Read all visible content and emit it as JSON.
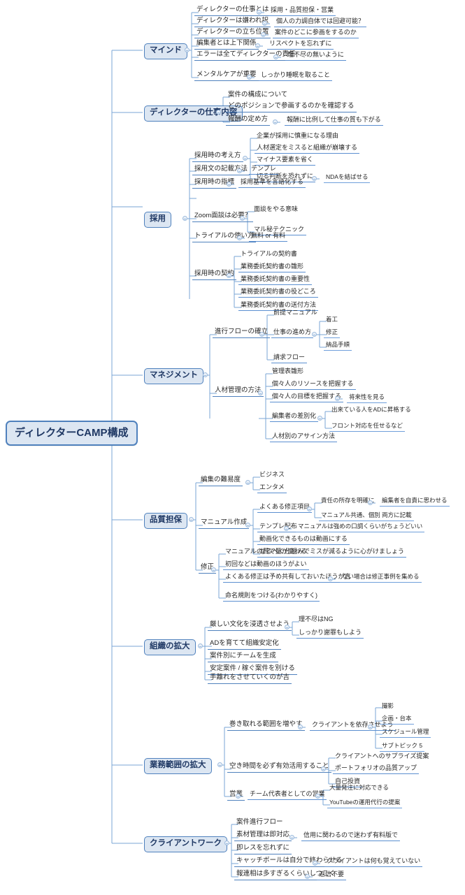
{
  "diagram": {
    "type": "mindmap",
    "title": "ディレクターCAMP構成",
    "accent_color": "#4f81bd",
    "node_fill": "#dce6f2",
    "root_text_color": "#1f3864"
  },
  "root": {
    "label": "ディレクターCAMP構成"
  },
  "branches": [
    {
      "label": "マインド",
      "children": [
        {
          "label": "ディレクターの仕事とは",
          "children": [
            {
              "label": "採用・品質担保・営業"
            }
          ]
        },
        {
          "label": "ディレクターは嫌われ訳",
          "children": [
            {
              "label": "個人の力調自体では回避可能？"
            }
          ]
        },
        {
          "label": "ディレクターの立ち位置",
          "children": [
            {
              "label": "案件のどこに参画をするのか"
            }
          ]
        },
        {
          "label": "編集者とは上下関係",
          "children": [
            {
              "label": "リスペクトを忘れずに"
            }
          ]
        },
        {
          "label": "エラーは全てディレクターの責任",
          "children": [
            {
              "label": "理不尽の無いように"
            }
          ]
        },
        {
          "label": "メンタルケアが重要",
          "children": [
            {
              "label": "しっかり睡眠を取ること"
            }
          ]
        }
      ]
    },
    {
      "label": "ディレクターの仕事内容",
      "children": [
        {
          "label": "案件の構成について"
        },
        {
          "label": "どのポジションで参画するのかを確認する"
        },
        {
          "label": "報酬の定め方",
          "children": [
            {
              "label": "報酬に比例して仕事の質も下がる"
            }
          ]
        }
      ]
    },
    {
      "label": "採用",
      "children": [
        {
          "label": "採用時の考え方",
          "children": [
            {
              "label": "企業が採用に慎重になる理由"
            },
            {
              "label": "人材選定をミスると組織が崩壊する"
            },
            {
              "label": "マイナス要素を省く"
            },
            {
              "label": "切る判断を恐れずに",
              "children": [
                {
                  "label": "NDAを結ばせる"
                }
              ]
            }
          ]
        },
        {
          "label": "採用文の記載方法",
          "children": [
            {
              "label": "テンプレ"
            }
          ]
        },
        {
          "label": "採用時の指標",
          "children": [
            {
              "label": "採用基準を言語化する"
            }
          ]
        },
        {
          "label": "Zoom面談は必要？",
          "children": [
            {
              "label": "面談をやる意味"
            },
            {
              "label": "マル秘テクニック"
            }
          ]
        },
        {
          "label": "トライアルの使い方",
          "children": [
            {
              "label": "無料 or 有料"
            }
          ]
        },
        {
          "label": "採用時の契約",
          "children": [
            {
              "label": "トライアルの契約書"
            },
            {
              "label": "業務委託契約書の雛形"
            },
            {
              "label": "業務委託契約書の重要性"
            },
            {
              "label": "業務委託契約書の役どころ"
            },
            {
              "label": "業務委託契約書の送付方法"
            }
          ]
        }
      ]
    },
    {
      "label": "マネジメント",
      "children": [
        {
          "label": "進行フローの確立",
          "children": [
            {
              "label": "前提マニュアル"
            },
            {
              "label": "仕事の進め方",
              "children": [
                {
                  "label": "着工"
                },
                {
                  "label": "修正"
                },
                {
                  "label": "納品手順"
                }
              ]
            },
            {
              "label": "請求フロー"
            }
          ]
        },
        {
          "label": "人材管理の方法",
          "children": [
            {
              "label": "管理表雛形"
            },
            {
              "label": "個々人のリソースを把握する"
            },
            {
              "label": "個々人の目標を把握する",
              "children": [
                {
                  "label": "将来性を見る"
                }
              ]
            },
            {
              "label": "編集者の差別化",
              "children": [
                {
                  "label": "出来ている人をADに昇格する"
                },
                {
                  "label": "フロント対応を任せるなど"
                }
              ]
            },
            {
              "label": "人材別のアサイン方法"
            }
          ]
        }
      ]
    },
    {
      "label": "品質担保",
      "children": [
        {
          "label": "編集の難易度",
          "children": [
            {
              "label": "ビジネス"
            },
            {
              "label": "エンタメ"
            }
          ]
        },
        {
          "label": "マニュアル作成",
          "children": [
            {
              "label": "よくある修正項目",
              "children": [
                {
                  "label": "責任の所存を明確に",
                  "children": [
                    {
                      "label": "編集者を自責に思わせる"
                    }
                  ]
                },
                {
                  "label": "マニュアル共通、個別 両方に記載"
                }
              ]
            },
            {
              "label": "テンプレ配布",
              "children": [
                {
                  "label": "マニュアルは強めの口調くらいがちょうどいい"
                }
              ]
            },
            {
              "label": "動画化できるものは動画にする"
            },
            {
              "label": "なるべく仕組みでミスが減るように心がけましょう"
            }
          ]
        },
        {
          "label": "修正",
          "children": [
            {
              "label": "マニュアルの質で量が変わる"
            },
            {
              "label": "初回などは動画のほうがよい"
            },
            {
              "label": "よくある修正は予め共有しておいたほうが吉",
              "children": [
                {
                  "label": "ない場合は修正事例を集める"
                }
              ]
            },
            {
              "label": "命名規則をつける(わかりやすく)"
            }
          ]
        }
      ]
    },
    {
      "label": "組織の拡大",
      "children": [
        {
          "label": "厳しい文化を浸透させよう",
          "children": [
            {
              "label": "理不尽はNG"
            },
            {
              "label": "しっかり謝罪もしよう"
            }
          ]
        },
        {
          "label": "ADを育てて組織安定化"
        },
        {
          "label": "案件別にチームを生成"
        },
        {
          "label": "安定案件 / 稼ぐ案件を別ける"
        },
        {
          "label": "手離れをさせていくのが吉"
        }
      ]
    },
    {
      "label": "業務範囲の拡大",
      "children": [
        {
          "label": "巻き取れる範囲を増やす",
          "children": [
            {
              "label": "クライアントを依存させよう",
              "children": [
                {
                  "label": "撮影"
                },
                {
                  "label": "企画・台本"
                },
                {
                  "label": "スケジュール管理"
                },
                {
                  "label": "サブトピック 5"
                }
              ]
            }
          ]
        },
        {
          "label": "空き時間を必ず有効活用すること",
          "children": [
            {
              "label": "クライアントへのサプライズ提案"
            },
            {
              "label": "ポートフォリオの品質アップ"
            },
            {
              "label": "自己投資"
            }
          ]
        },
        {
          "label": "営業",
          "children": [
            {
              "label": "チーム代表者としての営業",
              "children": [
                {
                  "label": "大量発注に対応できる"
                },
                {
                  "label": "YouTubeの運用代行の提案"
                }
              ]
            }
          ]
        }
      ]
    },
    {
      "label": "クライアントワーク",
      "children": [
        {
          "label": "案件進行フロー"
        },
        {
          "label": "素材管理は即対応",
          "children": [
            {
              "label": "信用に関わるので迷わず有料版で"
            }
          ]
        },
        {
          "label": "即レスを忘れずに"
        },
        {
          "label": "キャッチボールは自分で終わらせる",
          "children": [
            {
              "label": "クライアントは何も覚えていない"
            }
          ]
        },
        {
          "label": "報連相は多すぎるくらいしつこく",
          "children": [
            {
              "label": "返信不要"
            }
          ]
        }
      ]
    }
  ]
}
